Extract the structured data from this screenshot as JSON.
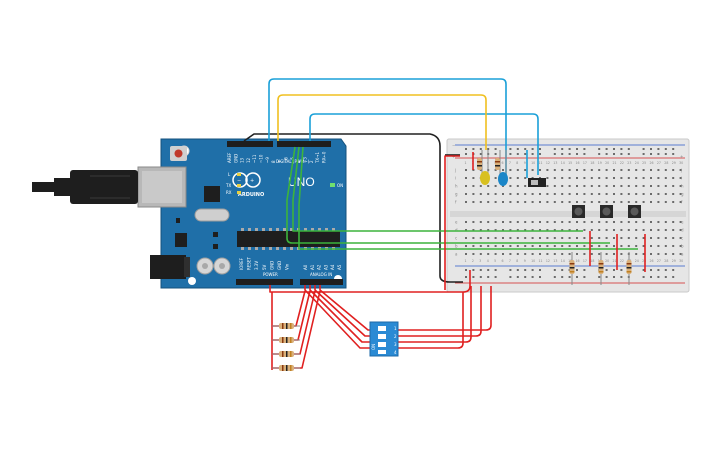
{
  "arduino": {
    "brand": "ARDUINO",
    "model": "UNO",
    "digital_header": "DIGITAL (PWM~)",
    "power_header": "POWER",
    "analog_header": "ANALOG IN",
    "led_labels": [
      "L",
      "TX",
      "RX"
    ],
    "on_label": "ON",
    "top_pins": [
      "AREF",
      "GND",
      "13",
      "12",
      "~11",
      "~10",
      "~9",
      "8",
      "7",
      "~6",
      "~5",
      "4",
      "~3",
      "2",
      "TX→1",
      "RX←0"
    ],
    "power_pins": [
      "IOREF",
      "RESET",
      "3.3V",
      "5V",
      "GND",
      "GND",
      "Vin"
    ],
    "analog_pins": [
      "A0",
      "A1",
      "A2",
      "A3",
      "A4",
      "A5"
    ]
  },
  "dip_switch": {
    "on_label": "ON",
    "numbers": [
      "1",
      "2",
      "3",
      "4"
    ]
  },
  "breadboard": {
    "rows_top": [
      "j",
      "i",
      "h",
      "g",
      "f"
    ],
    "rows_bottom": [
      "e",
      "d",
      "c",
      "b",
      "a"
    ],
    "column_numbers": [
      "1",
      "2",
      "3",
      "4",
      "5",
      "6",
      "7",
      "8",
      "9",
      "10",
      "11",
      "12",
      "13",
      "14",
      "15",
      "16",
      "17",
      "18",
      "19",
      "20",
      "21",
      "22",
      "23",
      "24",
      "25",
      "26",
      "27",
      "28",
      "29",
      "30"
    ]
  },
  "colors": {
    "board": "#1f6fa8",
    "wire_red": "#e02020",
    "wire_green": "#3cb43c",
    "wire_yellow": "#f0c020",
    "wire_blue": "#1aa0d8",
    "wire_black": "#202020",
    "breadboard": "#e9e9e9",
    "dip_body": "#2a8ad4"
  }
}
